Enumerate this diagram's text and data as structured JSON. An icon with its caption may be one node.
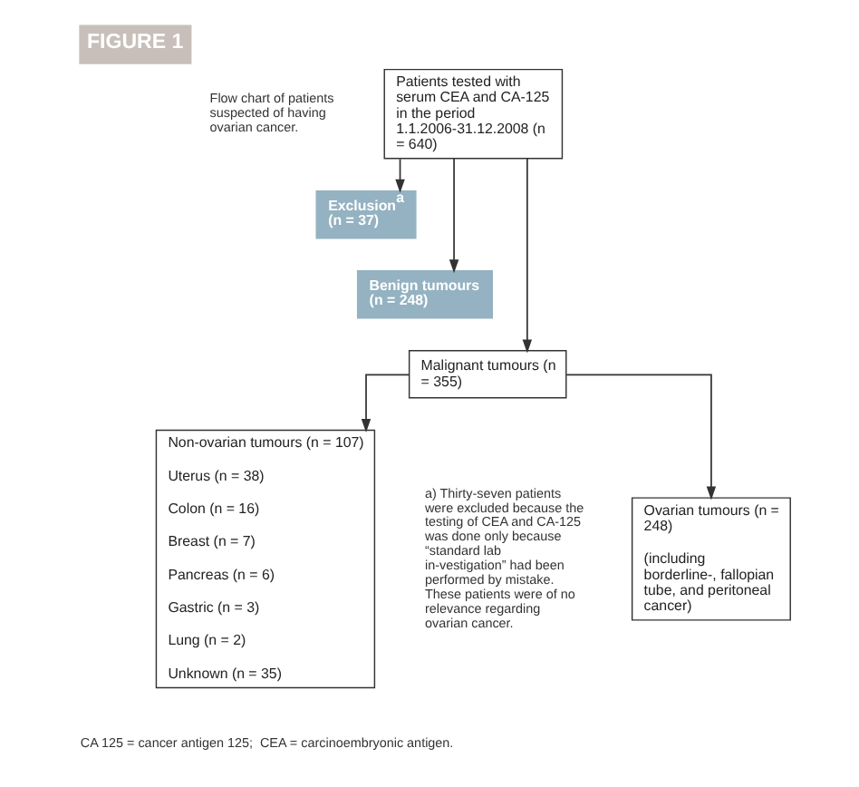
{
  "diagram": {
    "title": "FIGURE 1",
    "nodes": [
      {
        "text": [
          "Patients tested with serum CEA and CA-125 in the period 1.1.2006-31.12.2008 (n = 640)"
        ]
      },
      {
        "text": [
          "Exclusion$^{a}$ (n = 37)"
        ]
      },
      {
        "text": [
          "Benign tumours (n = 248)"
        ]
      },
      {
        "text": [
          "Malignant tumours (n = 355)"
        ]
      },
      {
        "text": [
          "Ovarian tumours (n = 248)",
          "(including borderline-, fallopian tube, and peritoneal cancer)"
        ]
      },
      {
        "text": [
          "Non-ovarian tumours (n = 107)",
          "Uterus (n = 38)",
          "Colon (n = 16)",
          "Breast (n = 7)",
          "Pancreas (n = 6)",
          "Gastric (n = 3)",
          "Lung (n = 2)",
          "Unknown (n = 35)"
        ]
      }
    ],
    "edges": [
      {
        "from": 0,
        "to": 1,
        "arrow": "to"
      },
      {
        "from": 0,
        "to": 2,
        "arrow": "to"
      },
      {
        "from": 0,
        "to": 3,
        "arrow": "to"
      },
      {
        "from": 3,
        "to": 4,
        "arrow": "to"
      },
      {
        "from": 3,
        "to": 5,
        "arrow": "to"
      }
    ],
    "labels": [
      "Flow chart of patients suspected of having ovarian cancer.",
      "a) Thirty-seven patients were excluded because the testing of CEA and CA-125 was done only because “standard lab in-vestigation” had been performed by mistake. These patients were of no relevance regarding ovarian cancer.",
      "CA 125 = cancer antigen 125;  CEA = carcinoembryonic antigen."
    ]
  }
}
